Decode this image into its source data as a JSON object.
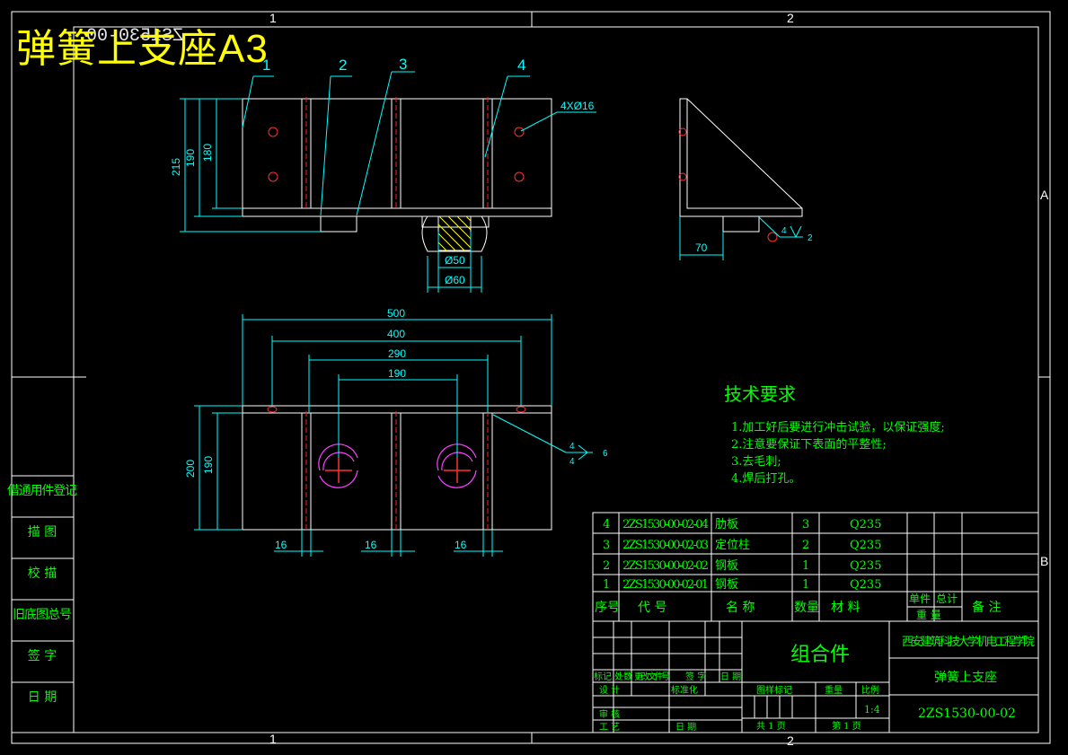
{
  "header": {
    "title": "弹簧上支座A3",
    "ghost_code": "ZS1530-00"
  },
  "zones": {
    "top": [
      "1",
      "2"
    ],
    "bottom": [
      "1",
      "2"
    ],
    "right": [
      "A",
      "B"
    ]
  },
  "front_view": {
    "balloons": [
      "1",
      "2",
      "3",
      "4"
    ],
    "hole_note": "4XØ16",
    "dim_215": "215",
    "dim_190": "190",
    "dim_180": "180",
    "dim_d50": "Ø50",
    "dim_d60": "Ø60"
  },
  "side_view": {
    "dim_70": "70",
    "weld_a": "4",
    "weld_b": "2"
  },
  "plan_view": {
    "dim_500": "500",
    "dim_400": "400",
    "dim_290": "290",
    "dim_190w": "190",
    "dim_200": "200",
    "dim_190h": "190",
    "dim_16a": "16",
    "dim_16b": "16",
    "dim_16c": "16",
    "weld_a": "4",
    "weld_b": "4",
    "weld_c": "6"
  },
  "tech_requirements": {
    "title": "技术要求",
    "items": [
      "1.加工好后要进行冲击试验，以保证强度;",
      "2.注意要保证下表面的平整性;",
      "3.去毛刺;",
      "4.焊后打孔。"
    ]
  },
  "left_strip": {
    "labels": [
      "借通用件登记",
      "描  图",
      "校  描",
      "旧底图总号",
      "签  字",
      "日  期"
    ]
  },
  "bom": {
    "rows": [
      {
        "no": "4",
        "code": "2ZS1530-00-02-04",
        "name": "肋板",
        "qty": "3",
        "material": "Q235"
      },
      {
        "no": "3",
        "code": "2ZS1530-00-02-03",
        "name": "定位柱",
        "qty": "2",
        "material": "Q235"
      },
      {
        "no": "2",
        "code": "2ZS1530-00-02-02",
        "name": "钢板",
        "qty": "1",
        "material": "Q235"
      },
      {
        "no": "1",
        "code": "2ZS1530-00-02-01",
        "name": "钢板",
        "qty": "1",
        "material": "Q235"
      }
    ],
    "headers": {
      "no": "序号",
      "code": "代    号",
      "name": "名    称",
      "qty": "数量",
      "material": "材    料",
      "unit_weight_1": "单件",
      "unit_weight_2": "总计",
      "weight_label": "重    量",
      "remark": "备    注"
    }
  },
  "title_block": {
    "assembly": "组合件",
    "school": "西安建筑科技大学机电工程学院",
    "part_name": "弹簧上支座",
    "drawing_no": "2ZS1530-00-02",
    "scale": "1:4",
    "rev_row_1": [
      "标记",
      "处数",
      "更改文件号",
      "签  字",
      "日  期"
    ],
    "rev_row_2": [
      "设  计",
      "",
      "标准化",
      ""
    ],
    "rev_row_3": [
      "审  核"
    ],
    "rev_row_4": [
      "工  艺",
      "",
      "日  期"
    ],
    "stage_label": "图样标记",
    "weight_label": "重量",
    "scale_label": "比例",
    "sheets_total": "共  1  页",
    "sheet_no": "第  1  页"
  }
}
